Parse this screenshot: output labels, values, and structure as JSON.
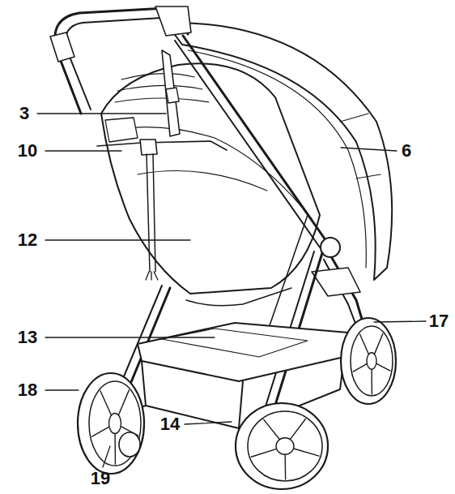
{
  "diagram": {
    "labels": [
      "3",
      "10",
      "12",
      "13",
      "18",
      "19",
      "14",
      "6",
      "17"
    ]
  }
}
